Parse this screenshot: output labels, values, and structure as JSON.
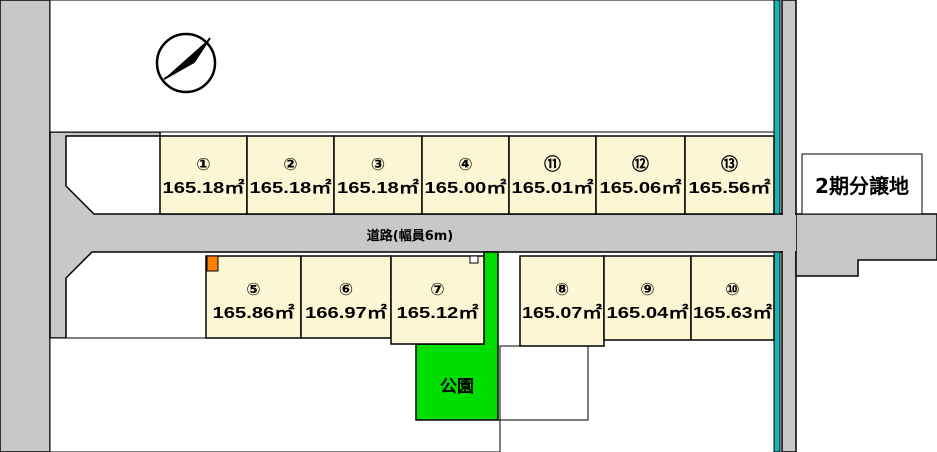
{
  "map": {
    "road_label": "道路(幅員6m)",
    "park_label": "公園",
    "phase2_label": "2期分譲地",
    "colors": {
      "road": "#c8c8c8",
      "lot_fill": "#fcf6d4",
      "park": "#00dd00",
      "water": "#18b4b4",
      "marker": "#ff7f00"
    },
    "lots": [
      {
        "num": "①",
        "area": "165.18㎡"
      },
      {
        "num": "②",
        "area": "165.18㎡"
      },
      {
        "num": "③",
        "area": "165.18㎡"
      },
      {
        "num": "④",
        "area": "165.00㎡"
      },
      {
        "num": "⑪",
        "area": "165.01㎡"
      },
      {
        "num": "⑫",
        "area": "165.06㎡"
      },
      {
        "num": "⑬",
        "area": "165.56㎡"
      },
      {
        "num": "⑤",
        "area": "165.86㎡"
      },
      {
        "num": "⑥",
        "area": "166.97㎡"
      },
      {
        "num": "⑦",
        "area": "165.12㎡"
      },
      {
        "num": "⑧",
        "area": "165.07㎡"
      },
      {
        "num": "⑨",
        "area": "165.04㎡"
      },
      {
        "num": "⑩",
        "area": "165.63㎡"
      }
    ]
  }
}
